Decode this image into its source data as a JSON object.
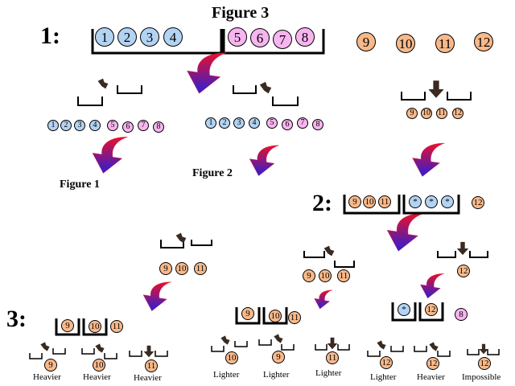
{
  "title": "Figure 3",
  "steps": {
    "s1": "1:",
    "s2": "2:",
    "s3": "3:"
  },
  "figure_labels": {
    "fig1": "Figure 1",
    "fig2": "Figure 2"
  },
  "balls": {
    "b1": "1",
    "b2": "2",
    "b3": "3",
    "b4": "4",
    "b5": "5",
    "b6": "6",
    "b7": "7",
    "b8": "8",
    "b9": "9",
    "b10": "10",
    "b11": "11",
    "b12": "12",
    "star": "*"
  },
  "results": {
    "heavier": "Heavier",
    "lighter": "Lighter",
    "impossible": "Impossible"
  },
  "colors": {
    "blue_ball": "#b3d3f2",
    "pink_ball": "#f7b5f0",
    "orange_ball": "#f8b98a",
    "arrow_top": "#e8102c",
    "arrow_bottom": "#2a1fd6",
    "pointer": "#3a2a22"
  }
}
